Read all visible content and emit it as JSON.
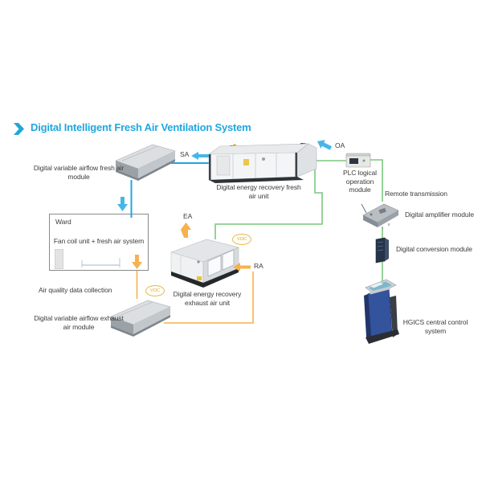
{
  "title": "Digital Intelligent Fresh Air Ventilation System",
  "colors": {
    "accent_blue": "#1fa7e0",
    "signal_green": "#7cc77d",
    "airflow_orange": "#f6b24e",
    "badge_yellow": "#e9b94d",
    "ward_border": "#8a8a8a",
    "text": "#3c3c3c"
  },
  "flow_tags": {
    "sa": "SA",
    "oa": "OA",
    "ea": "EA",
    "ra": "RA"
  },
  "sensor_badge": "VOC",
  "components": {
    "fresh_air_module": {
      "label": "Digital variable airflow fresh air module"
    },
    "fresh_air_unit": {
      "label": "Digital energy recovery fresh air unit"
    },
    "ward": {
      "name": "Ward",
      "caption": "Fan coil unit + fresh air system"
    },
    "air_quality": {
      "label": "Air quality data collection"
    },
    "exhaust_air_module": {
      "label": "Digital variable airflow exhaust air module"
    },
    "exhaust_air_unit": {
      "label": "Digital energy recovery exhaust air unit"
    },
    "plc_module": {
      "label": "PLC logical operation module"
    },
    "remote_transmission": {
      "label": "Remote transmission"
    },
    "amplifier_module": {
      "label": "Digital amplifier module"
    },
    "conversion_module": {
      "label": "Digital conversion module"
    },
    "central_control": {
      "label": "HGICS central control system"
    }
  }
}
